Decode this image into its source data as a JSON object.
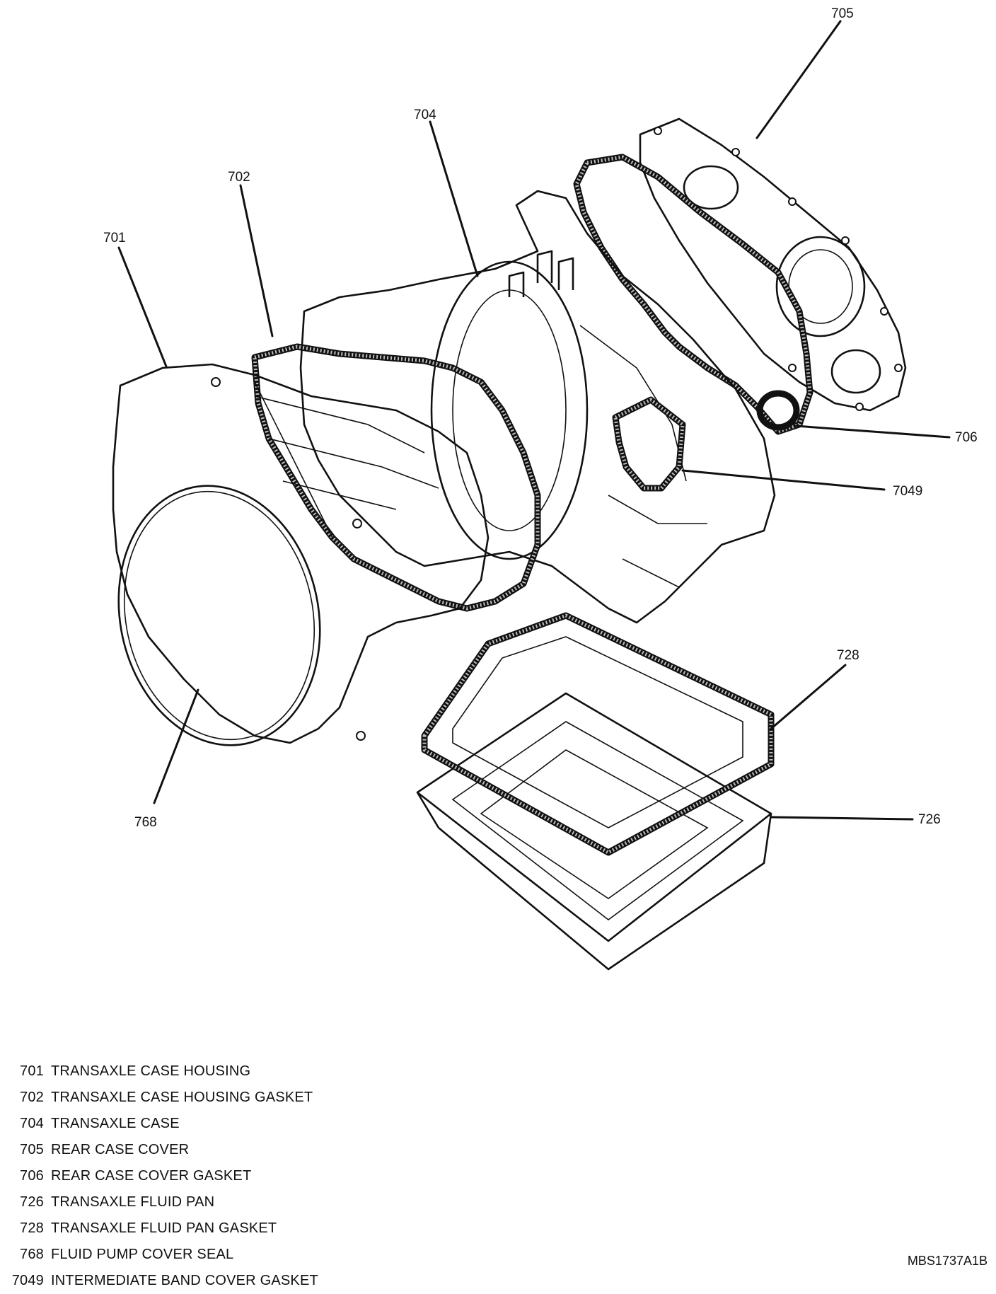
{
  "callouts": {
    "c701": "701",
    "c702": "702",
    "c704": "704",
    "c705": "705",
    "c706": "706",
    "c7049": "7049",
    "c726": "726",
    "c728": "728",
    "c768": "768"
  },
  "legend": [
    {
      "number": "701",
      "label": "TRANSAXLE CASE HOUSING"
    },
    {
      "number": "702",
      "label": "TRANSAXLE CASE HOUSING GASKET"
    },
    {
      "number": "704",
      "label": "TRANSAXLE CASE"
    },
    {
      "number": "705",
      "label": "REAR CASE COVER"
    },
    {
      "number": "706",
      "label": "REAR CASE COVER GASKET"
    },
    {
      "number": "726",
      "label": "TRANSAXLE FLUID PAN"
    },
    {
      "number": "728",
      "label": "TRANSAXLE FLUID PAN GASKET"
    },
    {
      "number": "768",
      "label": "FLUID PUMP COVER SEAL"
    },
    {
      "number": "7049",
      "label": "INTERMEDIATE BAND COVER GASKET"
    }
  ],
  "figure_code": "MBS1737A1B"
}
